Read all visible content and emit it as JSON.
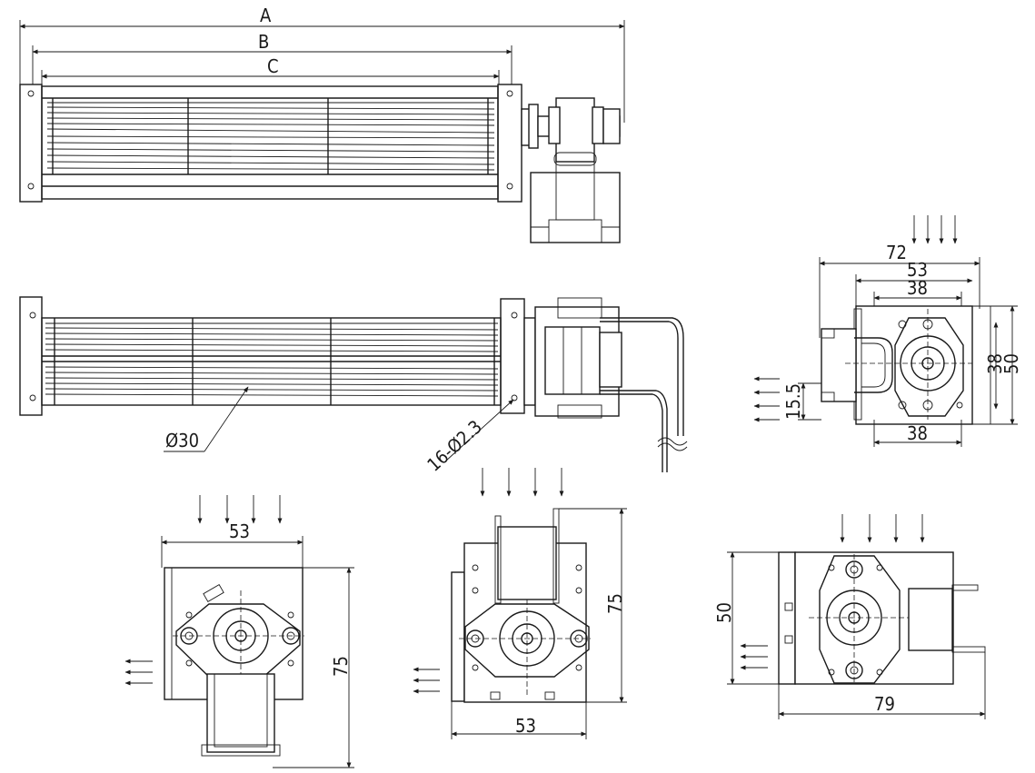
{
  "dimensions": {
    "overall_length": "A",
    "blower_length": "B",
    "impeller_length": "C",
    "impeller_diameter": "Ø30",
    "mounting_holes": "16-Ø2.3",
    "end_view_1": {
      "width_total": "72",
      "width_mid": "53",
      "width_inner": "38",
      "height_total": "50",
      "height_mid": "38",
      "offset": "15.5",
      "bottom_width": "38"
    },
    "end_view_2": {
      "width": "53",
      "height": "75"
    },
    "end_view_3": {
      "width": "53",
      "height": "75"
    },
    "end_view_4": {
      "width": "79",
      "height": "50"
    }
  },
  "colors": {
    "line": "#1a1a1a",
    "background": "#ffffff"
  }
}
